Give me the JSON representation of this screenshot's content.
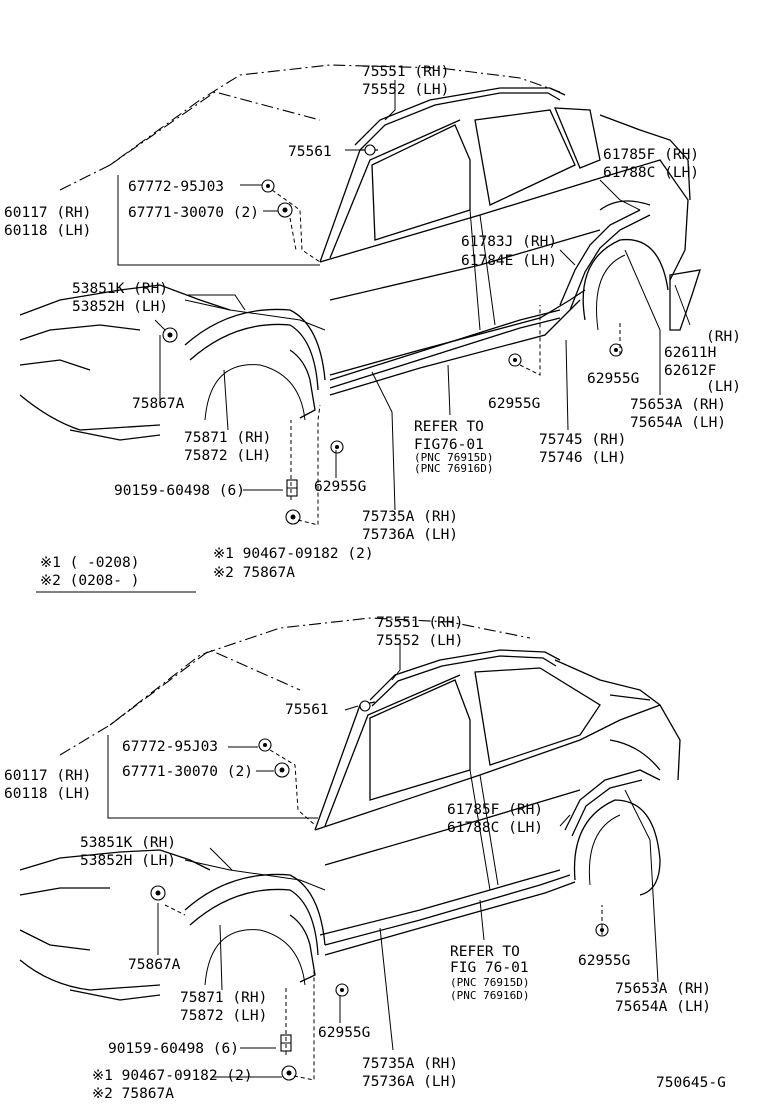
{
  "diagram_id": "750645-G",
  "top": {
    "labels": {
      "l75551": "75551 (RH)",
      "l75552": "75552 (LH)",
      "l75561": "75561",
      "l67772": "67772-95J03",
      "l67771": "67771-30070 (2)",
      "l60117": "60117 (RH)",
      "l60118": "60118 (LH)",
      "l61785": "61785F (RH)",
      "l61788": "61788C (LH)",
      "l61783": "61783J (RH)",
      "l61784": "61784E (LH)",
      "l53851": "53851K (RH)",
      "l53852": "53852H (LH)",
      "l62611": "62611H",
      "l62611rh": "(RH)",
      "l62612": "62612F",
      "l62612lh": "(LH)",
      "l62955a": "62955G",
      "l62955b": "62955G",
      "l62955c": "62955G",
      "l75653": "75653A (RH)",
      "l75654": "75654A (LH)",
      "l75867": "75867A",
      "l75871": "75871 (RH)",
      "l75872": "75872 (LH)",
      "refer1": "REFER TO",
      "refer2": "FIG76-01",
      "refer3": "(PNC 76915D)",
      "refer4": "(PNC 76916D)",
      "l75745": "75745 (RH)",
      "l75746": "75746 (LH)",
      "l90159": "90159-60498 (6)",
      "l75735": "75735A (RH)",
      "l75736": "75736A (LH)",
      "note1": "※1 90467-09182 (2)",
      "note2": "※2    75867A"
    }
  },
  "legend": {
    "row1": "※1 (      -0208)",
    "row2": "※2 (0208-      )"
  },
  "bottom": {
    "labels": {
      "l75551": "75551 (RH)",
      "l75552": "75552 (LH)",
      "l75561": "75561",
      "l67772": "67772-95J03",
      "l67771": "67771-30070 (2)",
      "l60117": "60117 (RH)",
      "l60118": "60118 (LH)",
      "l61785": "61785F (RH)",
      "l61788": "61788C (LH)",
      "l53851": "53851K (RH)",
      "l53852": "53852H (LH)",
      "l75867": "75867A",
      "l62955a": "62955G",
      "l62955b": "62955G",
      "l75871": "75871 (RH)",
      "l75872": "75872 (LH)",
      "refer1": "REFER TO",
      "refer2": "FIG 76-01",
      "refer3": "(PNC  76915D)",
      "refer4": "(PNC  76916D)",
      "l75653": "75653A (RH)",
      "l75654": "75654A (LH)",
      "l90159": "90159-60498 (6)",
      "l75735": "75735A (RH)",
      "l75736": "75736A (LH)",
      "note1": "※1 90467-09182 (2)",
      "note2": "※2    75867A"
    }
  }
}
